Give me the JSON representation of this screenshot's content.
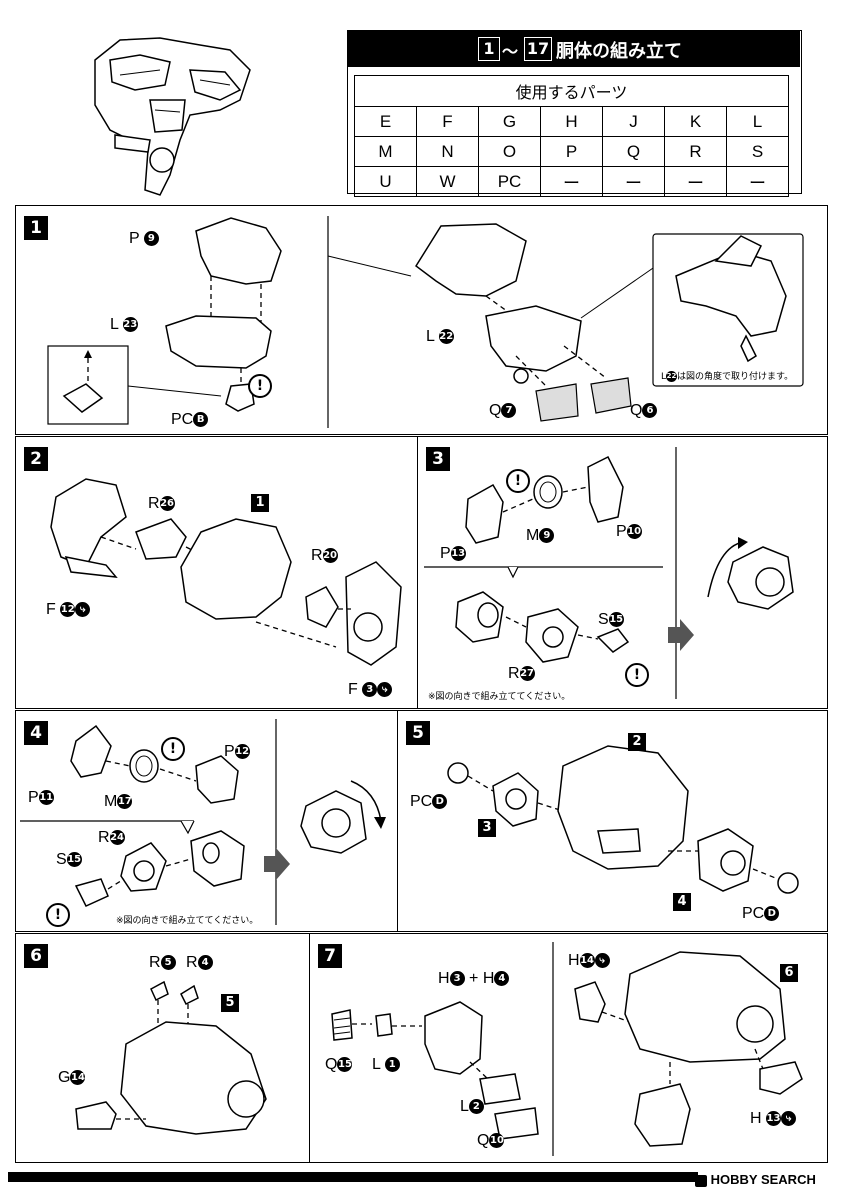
{
  "header": {
    "step_from": "1",
    "tilde": "〜",
    "step_to": "17",
    "title": "胴体の組み立て"
  },
  "parts_table": {
    "heading": "使用するパーツ",
    "rows": [
      [
        "E",
        "F",
        "G",
        "H",
        "J",
        "K",
        "L"
      ],
      [
        "M",
        "N",
        "O",
        "P",
        "Q",
        "R",
        "S"
      ],
      [
        "U",
        "W",
        "PC",
        "ー",
        "ー",
        "ー",
        "ー"
      ]
    ]
  },
  "steps": {
    "s1": {
      "num": "1",
      "p9": "P",
      "p9n": "9",
      "l23": "L",
      "l23n": "23",
      "pcb": "PC",
      "pcbn": "B",
      "l22": "L",
      "l22n": "22",
      "q7": "Q",
      "q7n": "7",
      "q6": "Q",
      "q6n": "6",
      "note": "は図の角度で取り付けます。",
      "note_prefix": "L",
      "note_n": "22"
    },
    "s2": {
      "num": "2",
      "r26": "R",
      "r26n": "26",
      "ref1": "1",
      "r20": "R",
      "r20n": "20",
      "f12": "F",
      "f12n": "12",
      "f3": "F",
      "f3n": "3"
    },
    "s3": {
      "num": "3",
      "m9": "M",
      "m9n": "9",
      "p10": "P",
      "p10n": "10",
      "p13": "P",
      "p13n": "13",
      "s15": "S",
      "s15n": "15",
      "r27": "R",
      "r27n": "27",
      "note": "※図の向きで組み立ててください。"
    },
    "s4": {
      "num": "4",
      "p11": "P",
      "p11n": "11",
      "m17": "M",
      "m17n": "17",
      "p12": "P",
      "p12n": "12",
      "r24": "R",
      "r24n": "24",
      "s15": "S",
      "s15n": "15",
      "note": "※図の向きで組み立ててください。"
    },
    "s5": {
      "num": "5",
      "ref2": "2",
      "pcd1": "PC",
      "pcd1n": "D",
      "ref3": "3",
      "ref4": "4",
      "pcd2": "PC",
      "pcd2n": "D"
    },
    "s6": {
      "num": "6",
      "r5": "R",
      "r5n": "5",
      "r4": "R",
      "r4n": "4",
      "ref5": "5",
      "g14": "G",
      "g14n": "14"
    },
    "s7": {
      "num": "7",
      "h3": "H",
      "h3n": "3",
      "plus": "+",
      "h4": "H",
      "h4n": "4",
      "q15": "Q",
      "q15n": "15",
      "l1": "L",
      "l1n": "1",
      "l2": "L",
      "l2n": "2",
      "q10": "Q",
      "q10n": "10",
      "h14": "H",
      "h14n": "14",
      "ref6": "6",
      "h13": "H",
      "h13n": "13"
    }
  },
  "footer": {
    "watermark": "HOBBY SEARCH"
  }
}
